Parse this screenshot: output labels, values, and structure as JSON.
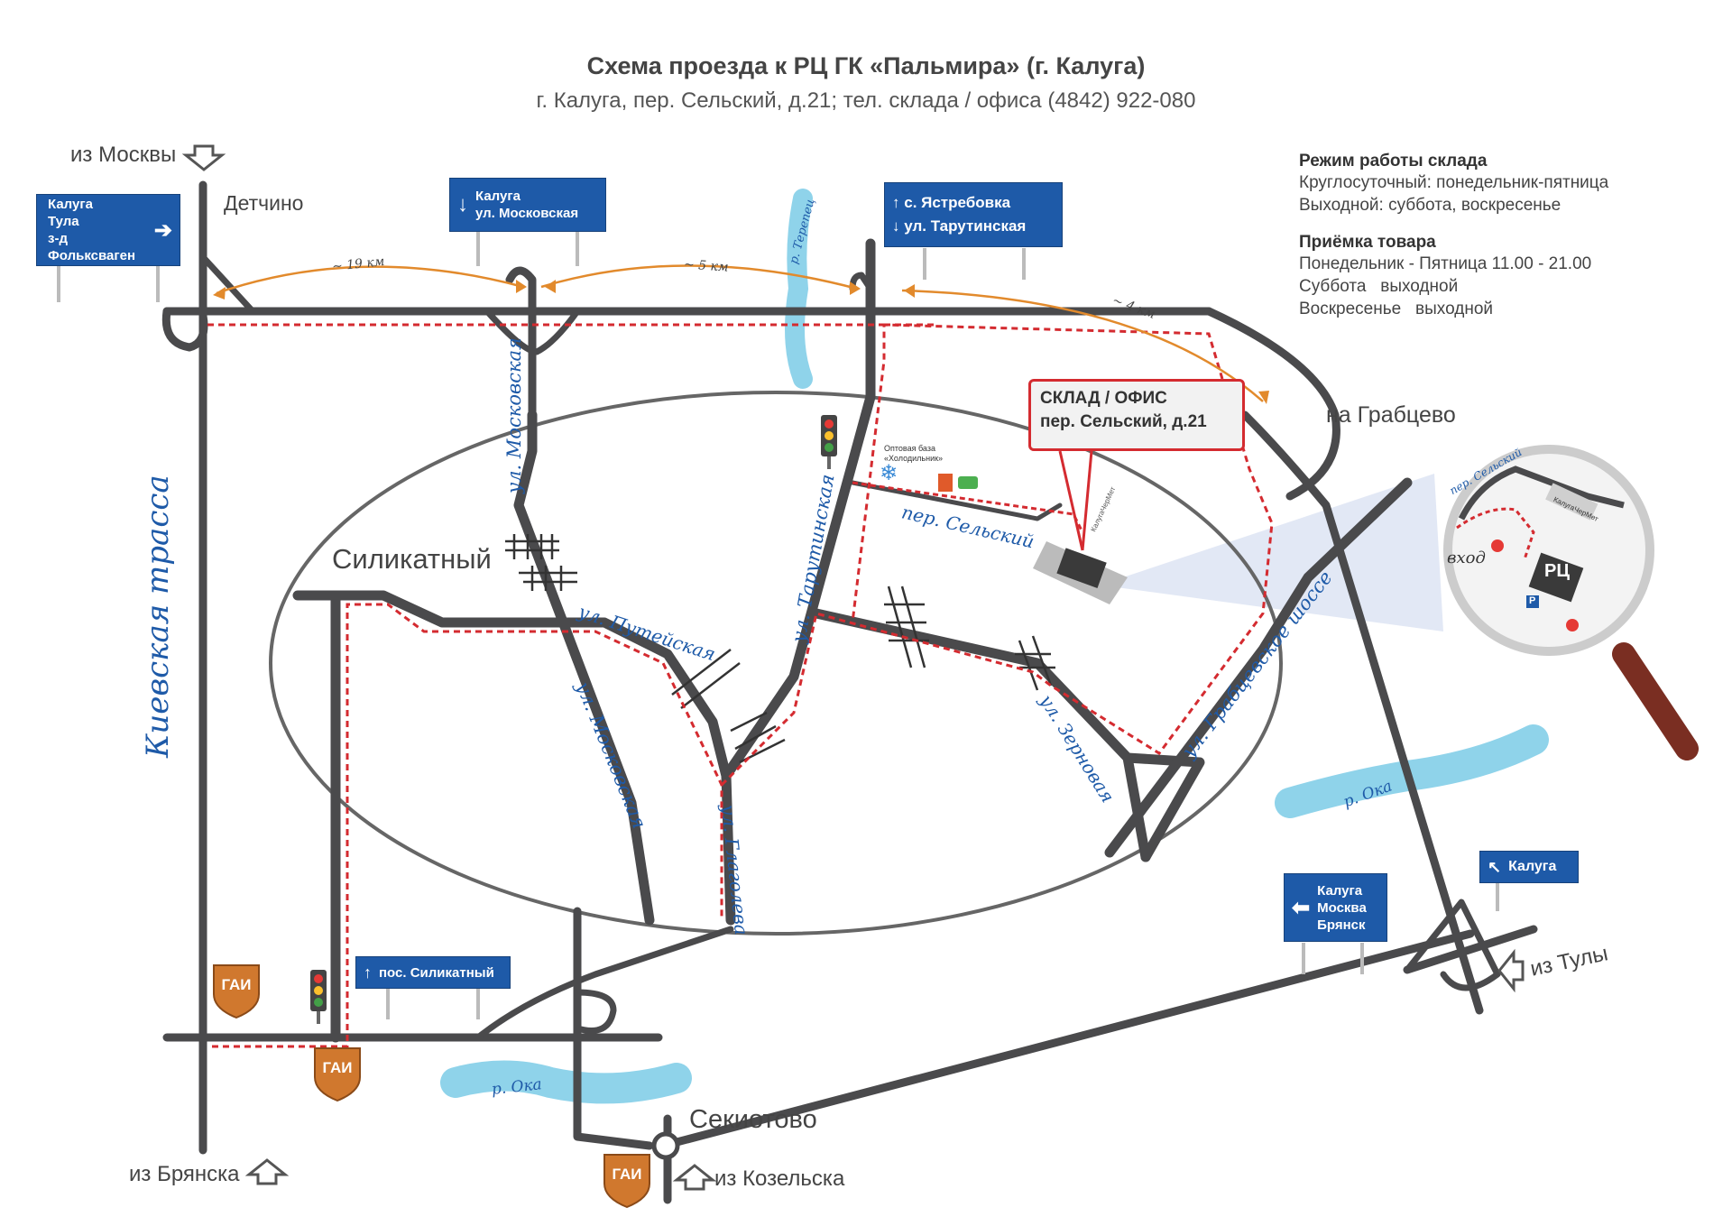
{
  "header": {
    "title": "Схема проезда к РЦ ГК «Пальмира» (г. Калуга)",
    "subtitle": "г. Калуга, пер. Сельский, д.21; тел. склада / офиса (4842) 922-080"
  },
  "schedule": {
    "warehouse_title": "Режим работы склада",
    "warehouse_lines": [
      "Круглосуточный: понедельник-пятница",
      "Выходной: суббота, воскресенье"
    ],
    "receiving_title": "Приёмка товара",
    "receiving_lines": [
      "Понедельник - Пятница 11.00 - 21.00",
      "Суббота   выходной",
      "Воскресенье   выходной"
    ]
  },
  "directions": {
    "from_moscow": "из Москвы",
    "from_bryansk": "из Брянска",
    "from_kozelsk": "из Козельска",
    "from_tula": "из Тулы",
    "to_grabtsevo": "на Грабцево"
  },
  "places": {
    "detchino": "Детчино",
    "silikatny": "Силикатный",
    "sekiotovo": "Секиотово"
  },
  "roads": {
    "kievskaya": "Киевская трасса",
    "moskovskaya_top": "ул. Московская",
    "moskovskaya_bottom": "ул. Московская",
    "puteyskaya": "ул. Путейская",
    "tarutinskaya": "ул. Тарутинская",
    "selsky": "пер. Сельский",
    "zernovaya": "ул. Зерновая",
    "grabtsevskoe": "ул. Грабцевское шоссе",
    "glagoleva": "ул. Глаголева"
  },
  "rivers": {
    "oka_left": "р. Ока",
    "oka_right": "р. Ока",
    "terepets": "р. Терепец"
  },
  "distances": {
    "d1": "~ 19 км",
    "d2": "~ 5 км",
    "d3": "~ 4 км"
  },
  "signs": {
    "kaluga_tula_vw": [
      "Калуга",
      "Тула",
      "з-д Фольксваген"
    ],
    "kaluga_moskovskaya": [
      "Калуга",
      "ул. Московская"
    ],
    "yastrebovka_tarutinskaya": [
      "с. Ястребовка",
      "ул. Тарутинская"
    ],
    "pos_silikatny": "пос. Силикатный",
    "kaluga_moskva_bryansk": [
      "Калуга",
      "Москва",
      "Брянск"
    ],
    "kaluga_ne": "Калуга"
  },
  "office": {
    "line1": "СКЛАД / ОФИС",
    "line2": "пер. Сельский, д.21"
  },
  "landmarks": {
    "base_line1": "Оптовая база",
    "base_line2": "«Холодильник»",
    "kaluga_chermet": "КалугаЧерМет"
  },
  "zoom": {
    "street": "пер. Сельский",
    "entrance": "вход",
    "rc": "РЦ",
    "parking": "P",
    "neighbor": "КалугаЧерМет"
  },
  "gai_label": "ГАИ",
  "colors": {
    "road": "#4a4a4c",
    "route": "#d42b30",
    "sign_blue": "#1e5aa8",
    "river": "#8fd3ea",
    "distance_arrow": "#e28a2c",
    "gai_orange": "#d0782e"
  }
}
